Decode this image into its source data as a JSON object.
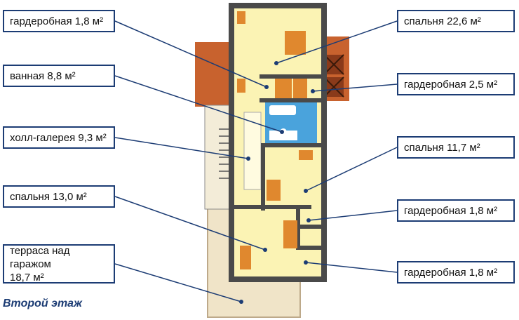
{
  "labels": {
    "l1": "гардеробная 1,8 м²",
    "l2": "ванная 8,8 м²",
    "l3": "холл-галерея 9,3 м²",
    "l4": "спальня 13,0 м²",
    "l5a": "терраса над гаражом",
    "l5b": "18,7 м²",
    "r1": "спальня 22,6 м²",
    "r2": "гардеробная 2,5 м²",
    "r3": "спальня 11,7 м²",
    "r4": "гардеробная 1,8 м²",
    "r5": "гардеробная 1,8 м²"
  },
  "caption": "Второй этаж",
  "colors": {
    "wall": "#4a4a4a",
    "floor": "#fbf3b4",
    "terrace": "#f0e4c8",
    "roof": "#c8622e",
    "bath": "#4aa3dc",
    "furniture": "#e0882e",
    "box_border": "#1c3c74",
    "leader": "#1c3c74"
  }
}
